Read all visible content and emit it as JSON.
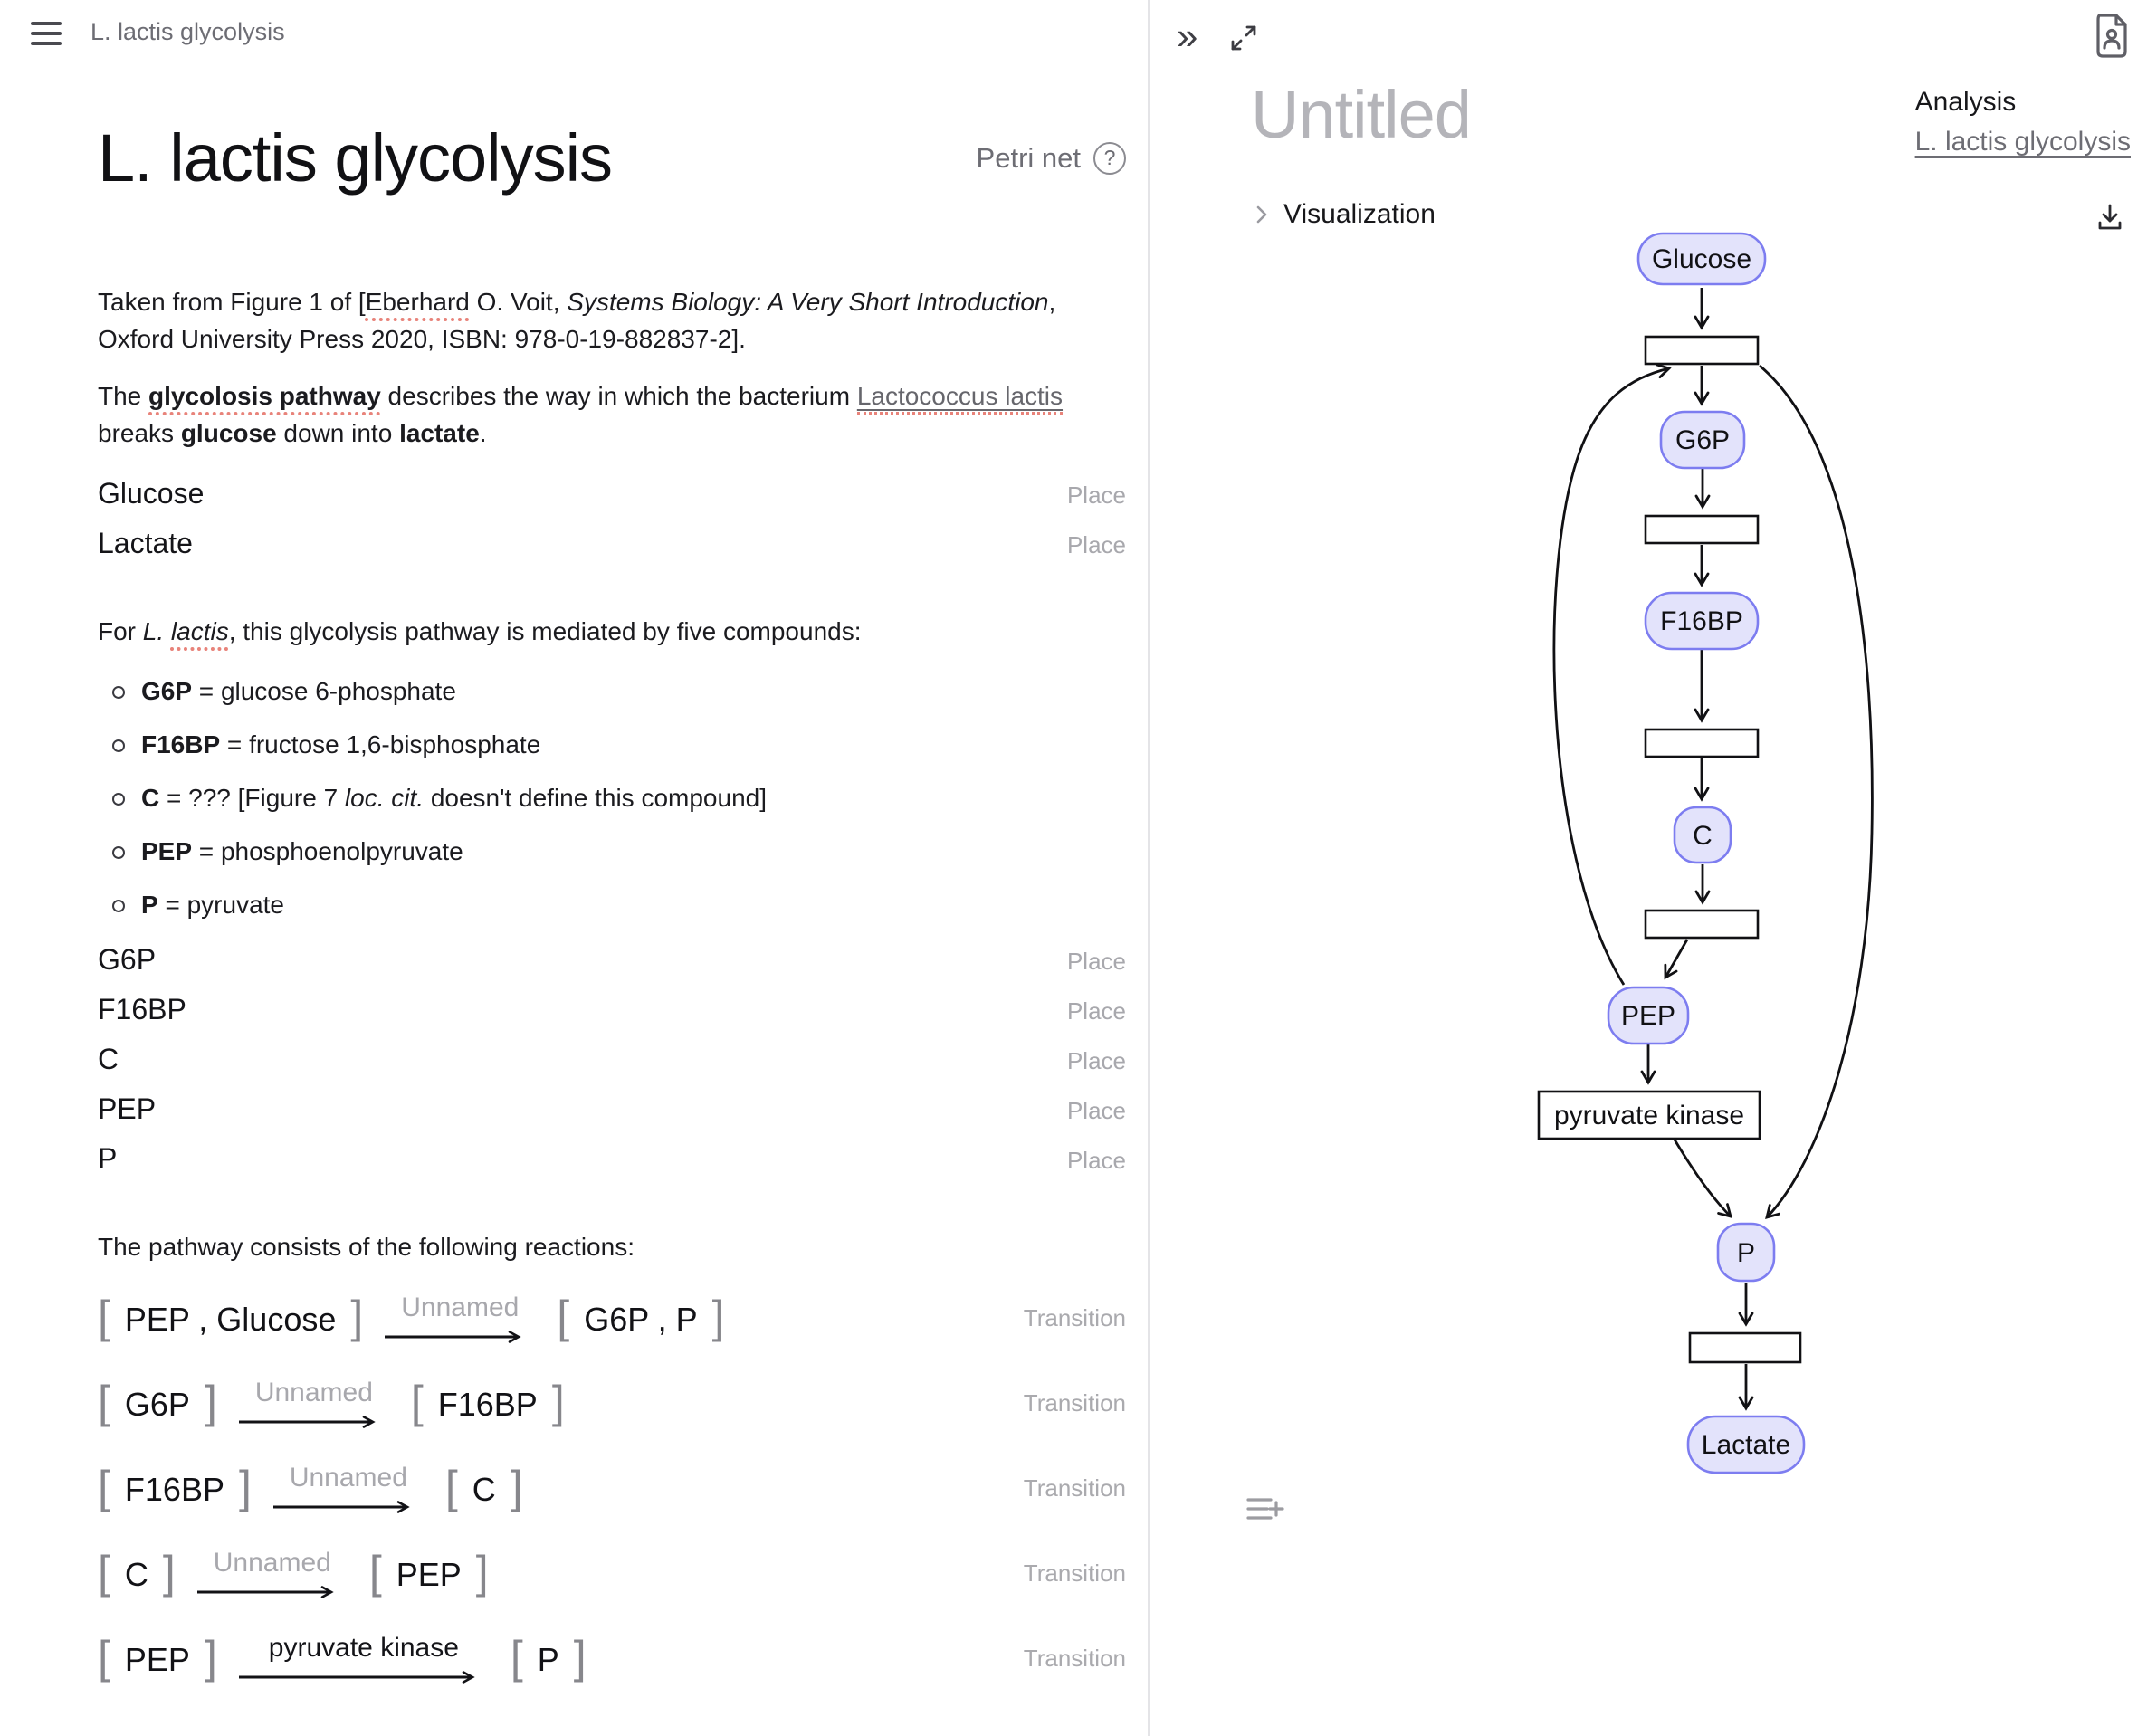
{
  "ui": {
    "bracket_open": "[",
    "bracket_close": "]",
    "help_icon": "?",
    "chevron_collapse": "»"
  },
  "header": {
    "breadcrumb": "L. lactis glycolysis"
  },
  "doc": {
    "title": "L. lactis glycolysis",
    "type_badge": "Petri net",
    "p1": {
      "pre": "Taken from Figure 1 of [",
      "misspelled": "Eberhard",
      "mid": " O. Voit, ",
      "italic": "Systems Biology: A Very Short Introduction",
      "post": ", Oxford University Press 2020, ISBN: 978-0-19-882837-2]."
    },
    "p2": {
      "pre": "The ",
      "bold_misspelled": "glycolosis pathway",
      "mid1": " describes the way in which the bacterium ",
      "link": "Lactococcus lactis",
      "mid2": " breaks ",
      "bold1": "glucose",
      "mid3": " down into ",
      "bold2": "lactate",
      "post": "."
    },
    "places_top": [
      {
        "name": "Glucose",
        "kind": "Place"
      },
      {
        "name": "Lactate",
        "kind": "Place"
      }
    ],
    "compounds_intro": {
      "pre": "For ",
      "italic1": "L. ",
      "italic2": "lactis",
      "post": ", this glycolysis pathway is mediated by five compounds:"
    },
    "compounds": [
      {
        "term": "G6P",
        "pre": " = glucose 6-phosphate",
        "italic": "",
        "post": ""
      },
      {
        "term": "F16BP",
        "pre": " = fructose 1,6-bisphosphate",
        "italic": "",
        "post": ""
      },
      {
        "term": "C",
        "pre": " = ??? [Figure 7 ",
        "italic": "loc. cit.",
        "post": " doesn't define this compound]"
      },
      {
        "term": "PEP",
        "pre": " = phosphoenolpyruvate",
        "italic": "",
        "post": ""
      },
      {
        "term": "P",
        "pre": " = pyruvate",
        "italic": "",
        "post": ""
      }
    ],
    "places_bottom": [
      {
        "name": "G6P",
        "kind": "Place"
      },
      {
        "name": "F16BP",
        "kind": "Place"
      },
      {
        "name": "C",
        "kind": "Place"
      },
      {
        "name": "PEP",
        "kind": "Place"
      },
      {
        "name": "P",
        "kind": "Place"
      }
    ],
    "reactions_intro": "The pathway consists of the following reactions:",
    "reactions": [
      {
        "lhs": "PEP , Glucose",
        "label": "Unnamed",
        "rhs": "G6P , P",
        "kind": "Transition"
      },
      {
        "lhs": "G6P",
        "label": "Unnamed",
        "rhs": "F16BP",
        "kind": "Transition"
      },
      {
        "lhs": "F16BP",
        "label": "Unnamed",
        "rhs": "C",
        "kind": "Transition"
      },
      {
        "lhs": "C",
        "label": "Unnamed",
        "rhs": "PEP",
        "kind": "Transition"
      },
      {
        "lhs": "PEP",
        "label": "pyruvate kinase",
        "rhs": "P",
        "kind": "Transition"
      }
    ]
  },
  "analysis": {
    "title_placeholder": "Untitled",
    "panel_label": "Analysis",
    "document_link": "L. lactis glycolysis",
    "section_label": "Visualization"
  },
  "diagram": {
    "nodes": {
      "glucose": "Glucose",
      "g6p": "G6P",
      "f16bp": "F16BP",
      "c": "C",
      "pep": "PEP",
      "p": "P",
      "lactate": "Lactate"
    },
    "transition_label": "pyruvate kinase",
    "node_fill": "#e3e3fb",
    "node_stroke": "#7d7df0"
  },
  "colors": {
    "muted_label": "#a8a8ad",
    "spellcheck": "#e8837a",
    "divider": "#e4e4e7"
  }
}
